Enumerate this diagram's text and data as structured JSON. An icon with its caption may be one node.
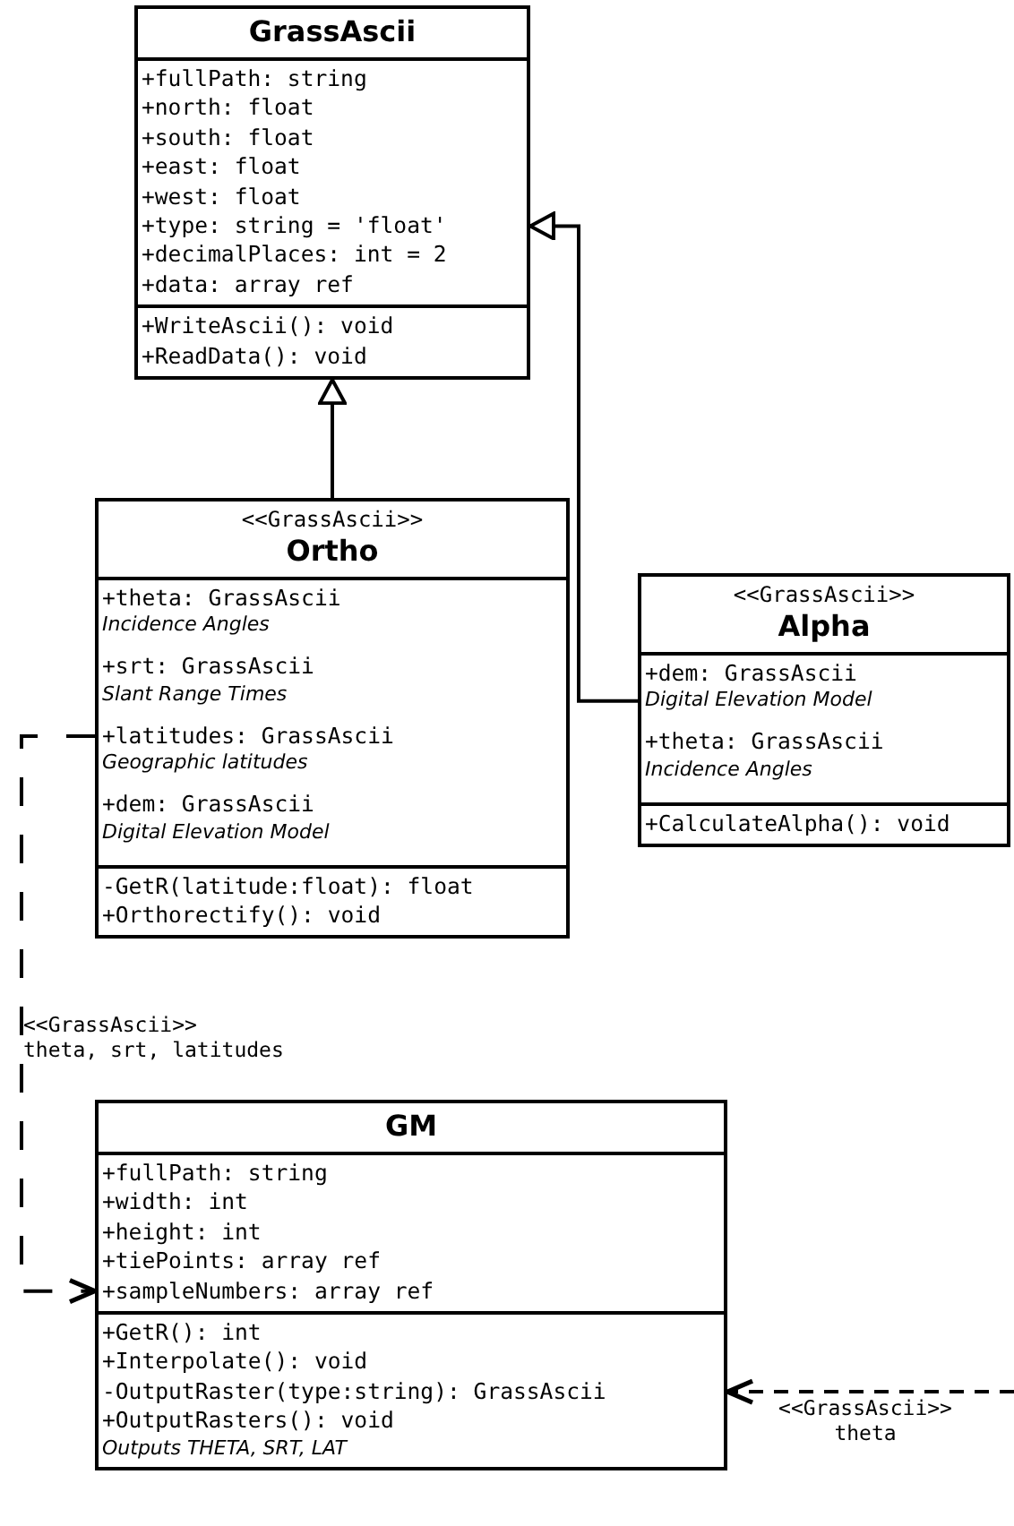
{
  "diagram": {
    "nodes": [
      {
        "text": [
          "GrassAscii",
          "+fullPath: string",
          "+north: float",
          "+south: float",
          "+east: float",
          "+west: float",
          "+type: string = 'float'",
          "+decimalPlaces: int = 2",
          "+data: array ref",
          "+WriteAscii(): void",
          "+ReadData(): void"
        ]
      },
      {
        "text": [
          "<<GrassAscii>>",
          "Ortho",
          "+theta: GrassAscii",
          "Incidence Angles",
          "+srt: GrassAscii",
          "Slant Range Times",
          "+latitudes: GrassAscii",
          "Geographic latitudes",
          "+dem: GrassAscii",
          "Digital Elevation Model",
          "-GetR(latitude:float): float",
          "+Orthorectify(): void"
        ]
      },
      {
        "text": [
          "<<GrassAscii>>",
          "Alpha",
          "+dem: GrassAscii",
          "Digital Elevation Model",
          "+theta: GrassAscii",
          "Incidence Angles",
          "+CalculateAlpha(): void"
        ]
      },
      {
        "text": [
          "GM",
          "+fullPath: string",
          "+width: int",
          "+height: int",
          "+tiePoints: array ref",
          "+sampleNumbers: array ref",
          "+GetR(): int",
          "+Interpolate(): void",
          "-OutputRaster(type:string): GrassAscii",
          "+OutputRasters(): void",
          "Outputs THETA, SRT, LAT"
        ]
      }
    ],
    "edges": [
      {
        "from": 1,
        "to": 0,
        "arrow": "to"
      },
      {
        "from": 2,
        "to": 0,
        "arrow": "to"
      },
      {
        "from": 1,
        "to": 3,
        "arrow": "to",
        "style": "dashed",
        "label": "<<GrassAscii>> theta, srt, latitudes"
      },
      {
        "from": null,
        "to": 3,
        "arrow": "to",
        "style": "dashed",
        "label": "<<GrassAscii>> theta"
      }
    ]
  }
}
